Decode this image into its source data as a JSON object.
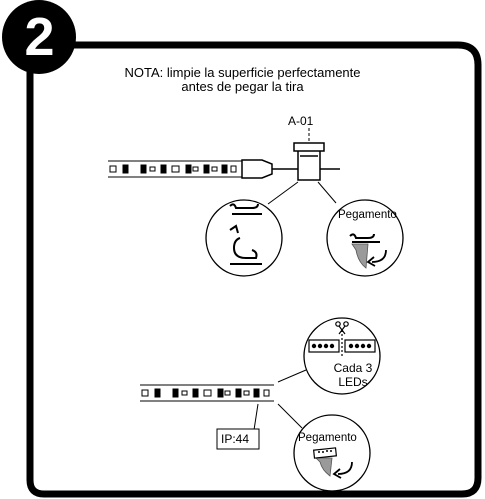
{
  "step": {
    "number": "2"
  },
  "note": {
    "line1": "NOTA: limpie la superficie perfectamente",
    "line2": "antes de pegar la tira"
  },
  "top_panel": {
    "part_label": "A-01",
    "glue_label": "Pegamento"
  },
  "bottom_panel": {
    "cut_label_line1": "Cada 3",
    "cut_label_line2": "LEDs",
    "ip_label": "IP:44",
    "glue_label": "Pegamento"
  },
  "icons": [
    "scissors-icon",
    "arrow-icon",
    "glue-strip-icon",
    "led-strip-icon",
    "connector-icon"
  ],
  "colors": {
    "frame": "#000000",
    "background": "#ffffff",
    "glue_shadow": "#9a9a9a"
  }
}
